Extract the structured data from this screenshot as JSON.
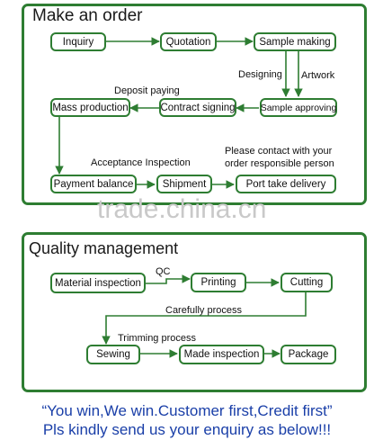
{
  "colors": {
    "border": "#2e7d32",
    "text": "#111111",
    "slogan": "#1a3fa8",
    "watermark": "#c9c9c9"
  },
  "order": {
    "title": "Make an order",
    "boxes": {
      "inquiry": "Inquiry",
      "quotation": "Quotation",
      "sample_making": "Sample making",
      "sample_approving": "Sample approving",
      "contract_signing": "Contract signing",
      "mass_production": "Mass production",
      "payment_balance": "Payment balance",
      "shipment": "Shipment",
      "port_take_delivery": "Port take delivery"
    },
    "labels": {
      "designing": "Designing",
      "artwork": "Artwork",
      "deposit_paying": "Deposit paying",
      "acceptance_inspection": "Acceptance Inspection",
      "contact_line1": "Please contact with your",
      "contact_line2": "order responsible person"
    }
  },
  "quality": {
    "title": "Quality management",
    "boxes": {
      "material_inspection": "Material inspection",
      "printing": "Printing",
      "cutting": "Cutting",
      "sewing": "Sewing",
      "made_inspection": "Made inspection",
      "package": "Package"
    },
    "labels": {
      "qc": "QC",
      "carefully_process": "Carefully process",
      "trimming_process": "Trimming process"
    }
  },
  "watermark": "trade.china.cn",
  "slogan": {
    "line1": "“You win,We win.Customer first,Credit first”",
    "line2": "Pls kindly send us your enquiry as below!!!"
  }
}
